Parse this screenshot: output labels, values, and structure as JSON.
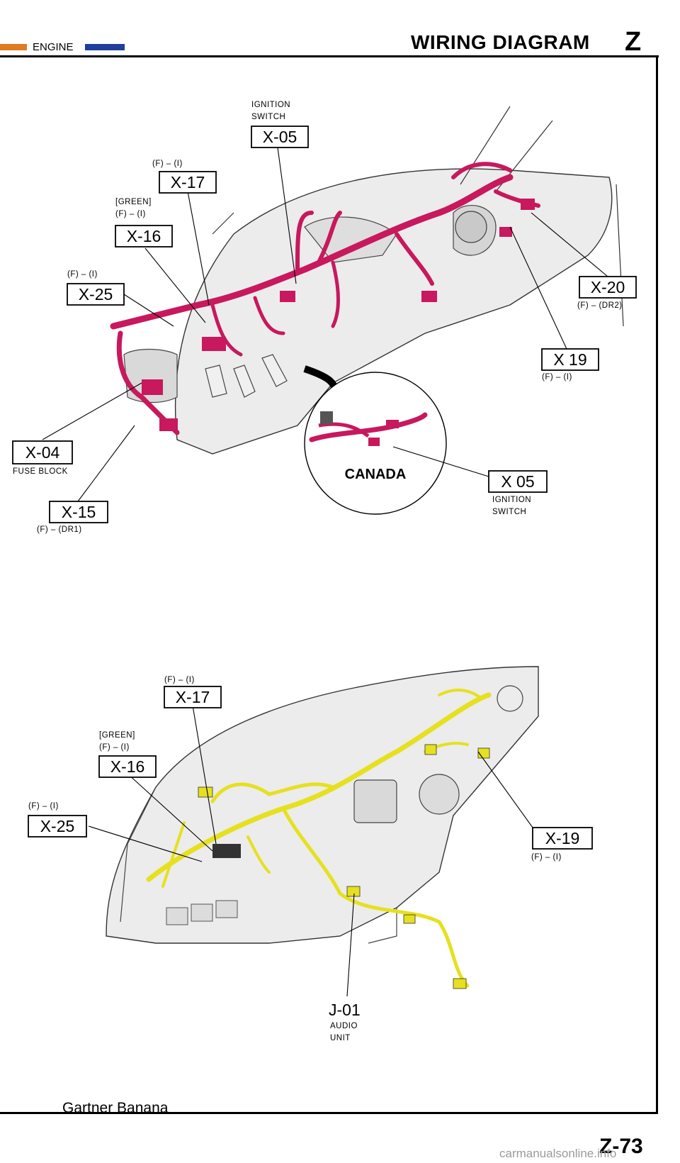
{
  "header": {
    "section_label": "ENGINE",
    "title": "WIRING DIAGRAM",
    "section_letter": "Z",
    "tab_colors": {
      "left": "#e07b1f",
      "right": "#1f3f9e"
    }
  },
  "colors": {
    "upper_harness": "#c8185e",
    "lower_harness": "#e6e01f",
    "dash_fill": "#e8e8e8"
  },
  "upper_diagram": {
    "callouts": [
      {
        "id": "ign-top",
        "code": "X-05",
        "above": [
          "IGNITION",
          "SWITCH"
        ],
        "below": []
      },
      {
        "id": "x17",
        "code": "X-17",
        "above": [
          "(F) – (I)"
        ],
        "below": []
      },
      {
        "id": "x16",
        "code": "X-16",
        "above": [
          "[GREEN]",
          "(F) – (I)"
        ],
        "below": []
      },
      {
        "id": "x25",
        "code": "X-25",
        "above": [
          "(F) – (I)"
        ],
        "below": []
      },
      {
        "id": "x20",
        "code": "X-20",
        "above": [],
        "below": [
          "(F) – (DR2)"
        ]
      },
      {
        "id": "x19",
        "code": "X 19",
        "above": [],
        "below": [
          "(F) – (I)"
        ]
      },
      {
        "id": "x04",
        "code": "X-04",
        "above": [],
        "below": [
          "FUSE BLOCK"
        ]
      },
      {
        "id": "x15",
        "code": "X-15",
        "above": [],
        "below": [
          "(F) – (DR1)"
        ]
      },
      {
        "id": "ign-can",
        "code": "X 05",
        "above": [],
        "below": [
          "IGNITION",
          "SWITCH"
        ]
      }
    ],
    "inset_label": "CANADA"
  },
  "lower_diagram": {
    "callouts": [
      {
        "id": "l-x17",
        "code": "X-17",
        "above": [
          "(F) – (I)"
        ],
        "below": []
      },
      {
        "id": "l-x16",
        "code": "X-16",
        "above": [
          "[GREEN]",
          "(F) – (I)"
        ],
        "below": []
      },
      {
        "id": "l-x25",
        "code": "X-25",
        "above": [
          "(F) – (I)"
        ],
        "below": []
      },
      {
        "id": "l-x19",
        "code": "X-19",
        "above": [],
        "below": [
          "(F) – (I)"
        ]
      },
      {
        "id": "j01",
        "code": "J-01",
        "above": [],
        "below": [
          "AUDIO",
          "UNIT"
        ],
        "boxed": false
      }
    ]
  },
  "footer": {
    "text": "Gartner Banana",
    "page_number": "Z-73",
    "watermark": "carmanualsonline.info"
  }
}
